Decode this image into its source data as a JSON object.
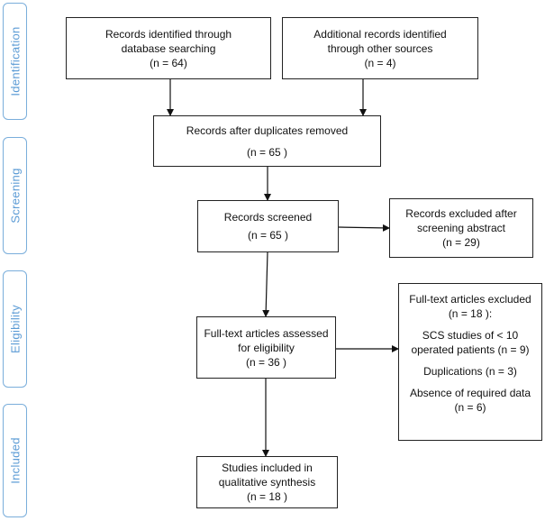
{
  "stages": {
    "identification": "Identification",
    "screening": "Screening",
    "eligibility": "Eligibility",
    "included": "Included"
  },
  "boxes": {
    "database_records": {
      "line1": "Records identified through",
      "line2": "database searching",
      "count": "(n = 64)"
    },
    "other_records": {
      "line1": "Additional records identified",
      "line2": "through other sources",
      "count": "(n = 4)"
    },
    "after_duplicates": {
      "line1": "Records after duplicates removed",
      "count": "(n =  65 )"
    },
    "screened": {
      "line1": "Records screened",
      "count": "(n = 65  )"
    },
    "excluded_screening": {
      "line1": "Records excluded after",
      "line2": "screening abstract",
      "count": "(n = 29)"
    },
    "assessed": {
      "line1": "Full-text articles assessed",
      "line2": "for eligibility",
      "count": "(n = 36 )"
    },
    "fulltext_excluded": {
      "line1": "Full-text articles excluded",
      "count": "(n =  18 ):",
      "reason1_line1": "SCS studies of < 10",
      "reason1_line2": "operated patients (n = 9)",
      "reason2": "Duplications (n = 3)",
      "reason3_line1": "Absence of required data",
      "reason3_line2": "(n = 6)"
    },
    "included": {
      "line1": "Studies included in",
      "line2": "qualitative synthesis",
      "count": "(n = 18 )"
    }
  }
}
